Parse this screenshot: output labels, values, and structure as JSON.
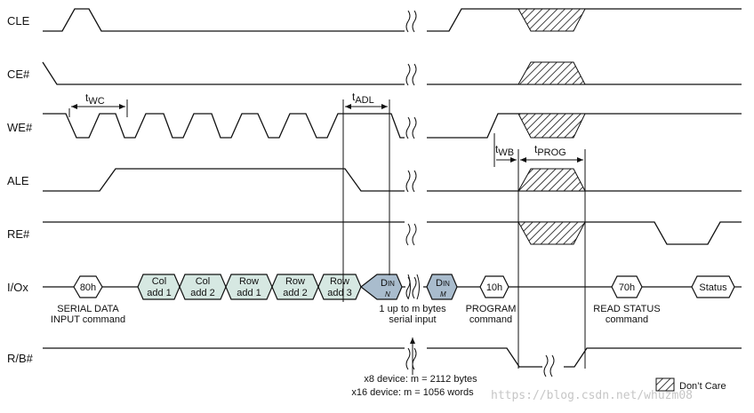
{
  "signals": {
    "cle": "CLE",
    "ce": "CE#",
    "we": "WE#",
    "ale": "ALE",
    "re": "RE#",
    "io": "I/Ox",
    "rb": "R/B#"
  },
  "timing": {
    "twc": {
      "t": "t",
      "sub": "WC"
    },
    "tadl": {
      "t": "t",
      "sub": "ADL"
    },
    "twb": {
      "t": "t",
      "sub": "WB"
    },
    "tprog": {
      "t": "t",
      "sub": "PROG"
    }
  },
  "io_bus": {
    "cmd80": "80h",
    "col1": [
      "Col",
      "add 1"
    ],
    "col2": [
      "Col",
      "add 2"
    ],
    "row1": [
      "Row",
      "add 1"
    ],
    "row2": [
      "Row",
      "add 2"
    ],
    "row3": [
      "Row",
      "add 3"
    ],
    "din_n": {
      "main": "D",
      "small": "IN",
      "sub": "N"
    },
    "din_m": {
      "main": "D",
      "small": "IN",
      "sub": "M"
    },
    "cmd10": "10h",
    "cmd70": "70h",
    "status": "Status"
  },
  "captions": {
    "serial_data": [
      "SERIAL DATA",
      "INPUT command"
    ],
    "bytes": [
      "1 up to m bytes",
      "serial input"
    ],
    "program": [
      "PROGRAM",
      "command"
    ],
    "read_status": [
      "READ STATUS",
      "command"
    ],
    "x8": "x8 device: m = 2112 bytes",
    "x16": "x16 device: m = 1056 words"
  },
  "legend": {
    "dont_care": "Don’t Care"
  },
  "watermark": "https://blog.csdn.net/whuzm08",
  "colors": {
    "line": "#111111",
    "addr_fill": "#d6e8e2",
    "data_fill": "#a9bccd",
    "hatch": "#111111"
  }
}
